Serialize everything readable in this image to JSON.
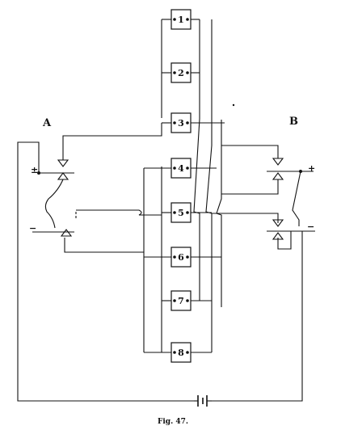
{
  "labels": {
    "a": "A",
    "b": "B",
    "a_plus": "±",
    "a_minus": "−",
    "b_plus": "+",
    "b_minus": "−",
    "caption": "Fig. 47."
  },
  "boxes": [
    "1",
    "2",
    "3",
    "4",
    "5",
    "6",
    "7",
    "8"
  ]
}
